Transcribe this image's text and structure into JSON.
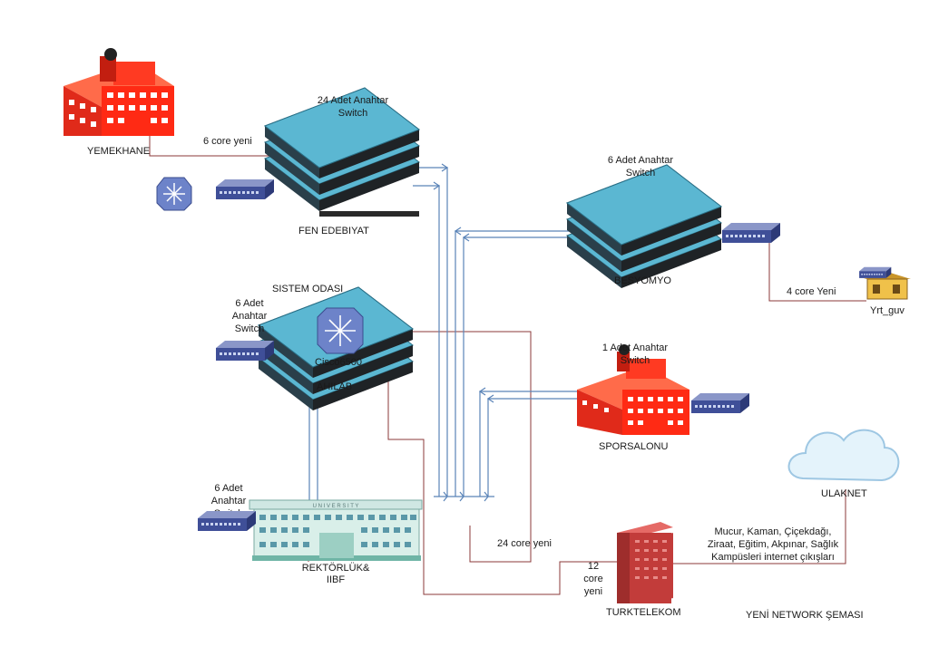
{
  "diagram": {
    "caption": "YENİ NETWORK ŞEMASI",
    "buildings": {
      "yemekhane": "YEMEKHANE",
      "fen_edebiyat": "FEN EDEBIYAT",
      "besyomyo": "BESYOMYO",
      "sistem_odasi": "SISTEM ODASI",
      "ahilab": "AHILAB",
      "cisco": "Cisco6500",
      "sporsalonu": "SPORSALONU",
      "rektorluk_1": "REKTÖRLÜK&",
      "rektorluk_2": "IIBF",
      "university_sign": "U N I V E R S I T Y",
      "turktelekom": "TURKTELEKOM",
      "yrt_guv": "Yrt_guv",
      "ulaknet": "ULAKNET"
    },
    "switch_labels": {
      "fen_1": "24 Adet Anahtar",
      "fen_2": "Switch",
      "bes_1": "6 Adet Anahtar",
      "bes_2": "Switch",
      "ahilab_1": "6 Adet",
      "ahilab_2": "Anahtar",
      "ahilab_3": "Switch",
      "spor_1": "1 Adet Anahtar",
      "spor_2": "Switch",
      "rek_1": "6 Adet",
      "rek_2": "Anahtar",
      "rek_3": "Switch"
    },
    "links": {
      "yemekhane": "6 core yeni",
      "yrt": "4 core Yeni",
      "center": "24 core yeni",
      "telekom_1": "12",
      "telekom_2": "core",
      "telekom_3": "yeni"
    },
    "campus_note": {
      "line1": "Mucur, Kaman, Çiçekdağı,",
      "line2": "Ziraat, Eğitim, Akpınar, Sağlık",
      "line3": "Kampüsleri internet çıkışları"
    }
  }
}
